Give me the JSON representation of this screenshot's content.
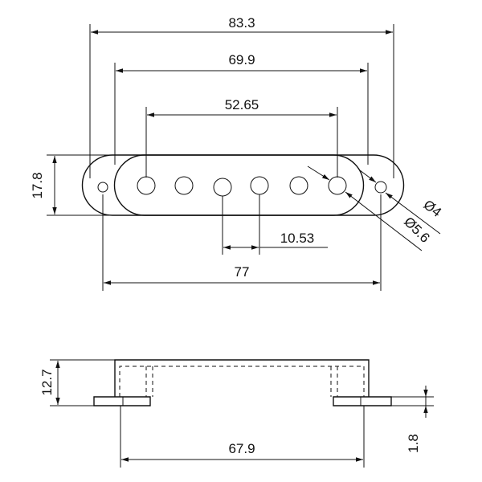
{
  "dimensions": {
    "overall_length": "83.3",
    "cover_length": "69.9",
    "outer_pole_spacing": "52.65",
    "height": "17.8",
    "pole_spacing": "10.53",
    "mount_hole_spacing": "77",
    "mount_hole_diameter": "Ø4",
    "pole_hole_diameter": "Ø5.6",
    "side_height": "12.7",
    "base_length": "67.9",
    "flange_thickness": "1.8"
  }
}
